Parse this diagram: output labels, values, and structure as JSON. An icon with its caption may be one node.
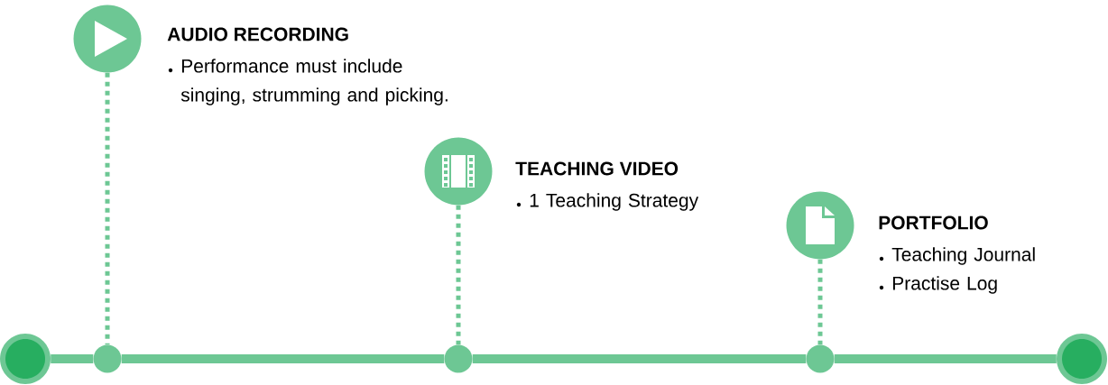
{
  "diagram": {
    "nodes": [
      {
        "text": [],
        "shape": "circle"
      },
      {
        "text": [],
        "shape": "circle"
      },
      {
        "text": [],
        "shape": "circle"
      },
      {
        "text": [],
        "shape": "circle"
      },
      {
        "text": [],
        "shape": "circle"
      },
      {
        "text": [
          "AUDIO RECORDING",
          "Performance must include singing, strumming and picking."
        ]
      },
      {
        "text": [
          "TEACHING VIDEO",
          "1 Teaching Strategy"
        ]
      },
      {
        "text": [
          "PORTFOLIO",
          "Teaching Journal",
          "Practise Log"
        ]
      }
    ],
    "edges": [
      {
        "from": 0,
        "to": 1,
        "arrow": "none"
      },
      {
        "from": 1,
        "to": 2,
        "arrow": "none"
      },
      {
        "from": 2,
        "to": 3,
        "arrow": "none"
      },
      {
        "from": 3,
        "to": 4,
        "arrow": "none"
      },
      {
        "from": 5,
        "to": 1,
        "arrow": "none",
        "style": "dashed"
      },
      {
        "from": 6,
        "to": 2,
        "arrow": "none",
        "style": "dashed"
      },
      {
        "from": 7,
        "to": 3,
        "arrow": "none",
        "style": "dashed"
      }
    ]
  }
}
